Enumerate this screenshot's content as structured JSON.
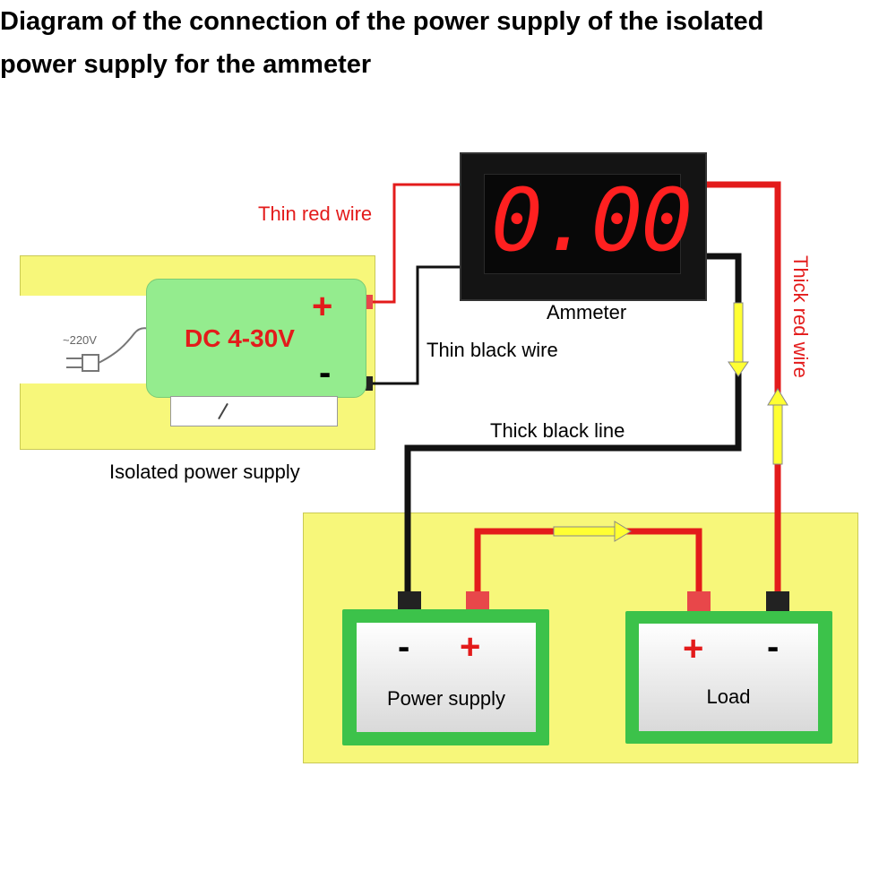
{
  "title": "Diagram of the connection of the power supply of the isolated power supply for the ammeter",
  "ammeter": {
    "display": "0.00",
    "label": "Ammeter"
  },
  "isolated_supply": {
    "voltage_label": "DC 4-30V",
    "mains_label": "~220V",
    "caption": "Isolated power supply",
    "plus": "+",
    "minus": "-"
  },
  "wires": {
    "thin_red": "Thin red wire",
    "thin_black": "Thin black wire",
    "thick_black": "Thick black line",
    "thick_red": "Thick red wire"
  },
  "power_supply": {
    "label": "Power supply",
    "minus": "-",
    "plus": "+"
  },
  "load": {
    "label": "Load",
    "plus": "+",
    "minus": "-"
  },
  "colors": {
    "yellow": "#f7f77a",
    "green_box": "#94ec8e",
    "battery_green": "#3cc24a",
    "red": "#e31b1b",
    "display_red": "#ff2020"
  }
}
